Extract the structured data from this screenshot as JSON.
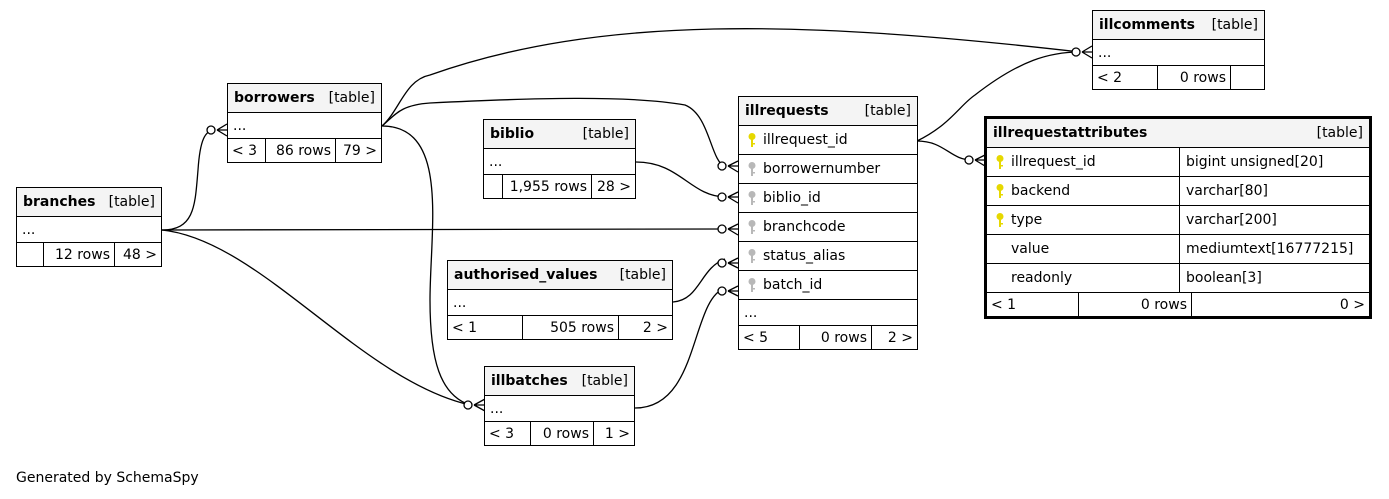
{
  "tables": {
    "illcomments": {
      "name": "illcomments",
      "tag": "[table]",
      "dots": "...",
      "parents": "< 2",
      "rows": "0 rows",
      "children": ""
    },
    "borrowers": {
      "name": "borrowers",
      "tag": "[table]",
      "dots": "...",
      "parents": "< 3",
      "rows": "86 rows",
      "children": "79 >"
    },
    "biblio": {
      "name": "biblio",
      "tag": "[table]",
      "dots": "...",
      "parents": "",
      "rows": "1,955 rows",
      "children": "28 >"
    },
    "branches": {
      "name": "branches",
      "tag": "[table]",
      "dots": "...",
      "parents": "",
      "rows": "12 rows",
      "children": "48 >"
    },
    "authorised_values": {
      "name": "authorised_values",
      "tag": "[table]",
      "dots": "...",
      "parents": "< 1",
      "rows": "505 rows",
      "children": "2 >"
    },
    "illbatches": {
      "name": "illbatches",
      "tag": "[table]",
      "dots": "...",
      "parents": "< 3",
      "rows": "0 rows",
      "children": "1 >"
    },
    "illrequests": {
      "name": "illrequests",
      "tag": "[table]",
      "columns": [
        {
          "name": "illrequest_id",
          "key": "primary"
        },
        {
          "name": "borrowernumber",
          "key": "foreign"
        },
        {
          "name": "biblio_id",
          "key": "foreign"
        },
        {
          "name": "branchcode",
          "key": "foreign"
        },
        {
          "name": "status_alias",
          "key": "foreign"
        },
        {
          "name": "batch_id",
          "key": "foreign"
        }
      ],
      "dots": "...",
      "parents": "< 5",
      "rows": "0 rows",
      "children": "2 >"
    },
    "illrequestattributes": {
      "name": "illrequestattributes",
      "tag": "[table]",
      "columns": [
        {
          "name": "illrequest_id",
          "type": "bigint unsigned[20]",
          "key": "primary"
        },
        {
          "name": "backend",
          "type": "varchar[80]",
          "key": "primary"
        },
        {
          "name": "type",
          "type": "varchar[200]",
          "key": "primary"
        },
        {
          "name": "value",
          "type": "mediumtext[16777215]",
          "key": "none"
        },
        {
          "name": "readonly",
          "type": "boolean[3]",
          "key": "none"
        }
      ],
      "parents": "< 1",
      "rows": "0 rows",
      "children": "0 >"
    }
  },
  "colors": {
    "primary_key": "#e6d800",
    "foreign_key": "#b8b8b8",
    "header_bg": "#f4f4f4",
    "line": "#000000"
  },
  "footer": {
    "credit": "Generated by SchemaSpy"
  }
}
